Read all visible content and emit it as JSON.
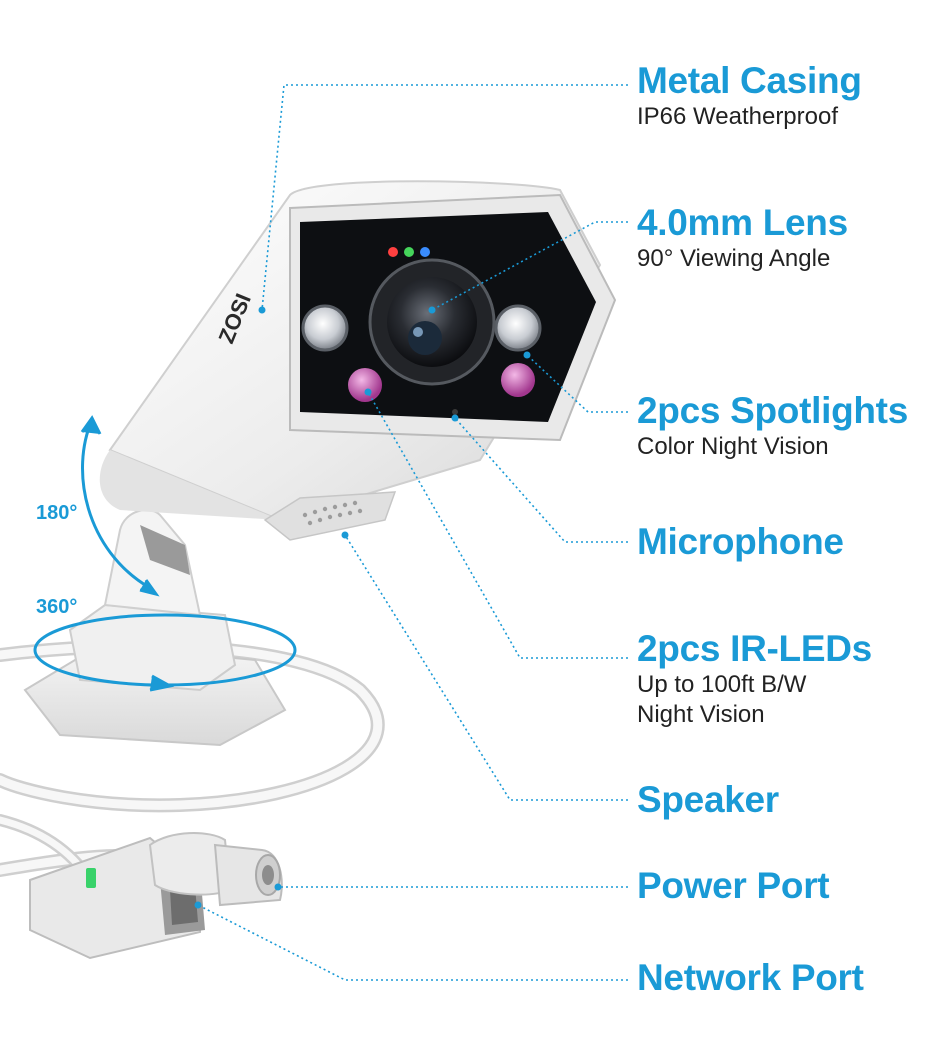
{
  "brand": {
    "logo_text": "ZOSI"
  },
  "colors": {
    "accent": "#1a9ad6",
    "body_text": "#222222",
    "camera_body": "#f2f2f2",
    "lens_face": "#0d0f12"
  },
  "features": [
    {
      "title": "Metal Casing",
      "lines": [
        "IP66 Weatherproof"
      ]
    },
    {
      "title": "4.0mm Lens",
      "lines": [
        "90° Viewing Angle"
      ]
    },
    {
      "title": "2pcs Spotlights",
      "lines": [
        "Color Night Vision"
      ]
    },
    {
      "title": "Microphone",
      "lines": []
    },
    {
      "title": "2pcs IR-LEDs",
      "lines": [
        "Up to 100ft B/W",
        "Night Vision"
      ]
    },
    {
      "title": "Speaker",
      "lines": []
    },
    {
      "title": "Power Port",
      "lines": []
    },
    {
      "title": "Network Port",
      "lines": []
    }
  ],
  "rotation": {
    "tilt": "180°",
    "pan": "360°"
  }
}
